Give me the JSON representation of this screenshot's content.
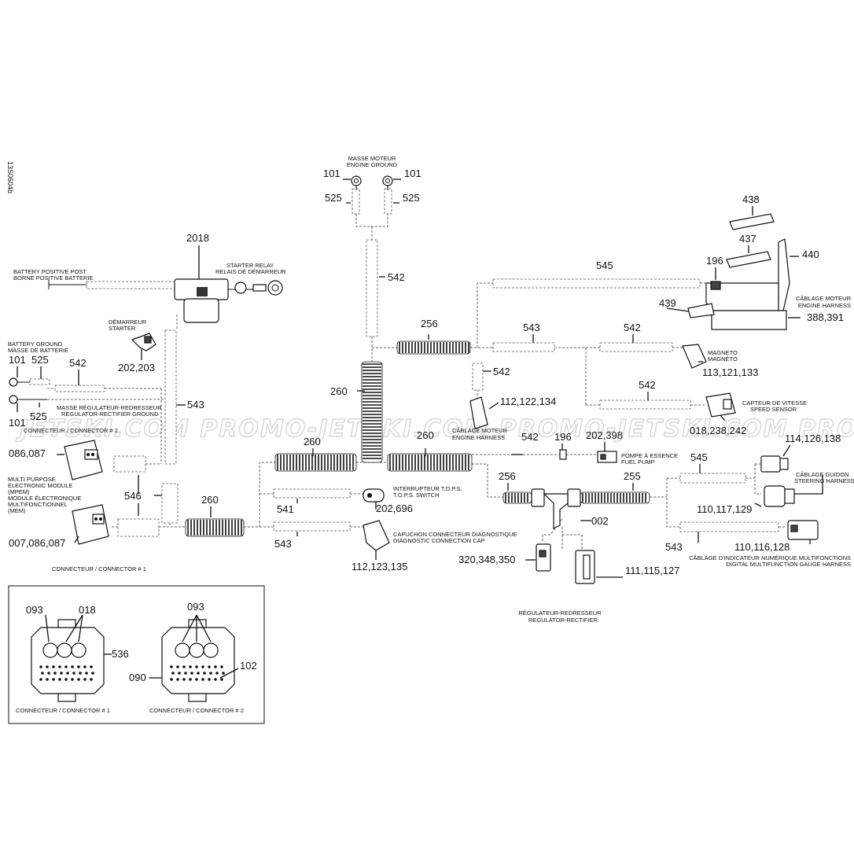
{
  "doc_code": "13S0604b",
  "watermark": "JETSKI.COM   PROMO-JETSKI.COM   PROMO-JETSKI.COM   PROMO-JETSKI.COM",
  "captions": {
    "engine_ground_fr": "MASSE MOTEUR",
    "engine_ground_en": "ENGINE GROUND",
    "battery_post_en": "BATTERY POSITIVE POST",
    "battery_post_fr": "BORNE POSITIVE BATTERIE",
    "starter_relay_en": "STARTER RELAY",
    "starter_relay_fr": "RELAIS DE DÉMARREUR",
    "starter_fr": "DÉMARREUR",
    "starter_en": "STARTER",
    "battery_ground_en": "BATTERY GROUND",
    "battery_ground_fr": "MASSE DE BATTERIE",
    "reg_ground_fr": "MASSE RÉGULATEUR-REDRESSEUR",
    "reg_ground_en": "REGULATOR-RECTIFIER GROUND",
    "connector_2_top": "CONNECTEUR / CONNECTOR # 2",
    "mpem_1": "MULTI PURPOSE",
    "mpem_2": "ELECTRONIC MODULE",
    "mpem_3": "(MPEM)",
    "mpem_4": "MODULE ÉLECTRONIQUE",
    "mpem_5": "MULTIFONCTIONNEL",
    "mpem_6": "(MEM)",
    "connector_1_bottom": "CONNECTEUR / CONNECTOR # 1",
    "engine_harness_fr": "CÂBLAGE MOTEUR",
    "engine_harness_en": "ENGINE HARNESS",
    "magneto_1": "MAGNETO",
    "magneto_2": "MAGNÉTO",
    "speed_sensor_fr": "CAPTEUR DE VITESSE",
    "speed_sensor_en": "SPEED SENSOR",
    "fuel_pump_fr": "POMPE À ESSENCE",
    "fuel_pump_en": "FUEL PUMP",
    "tops_fr": "INTERRUPTEUR T.O.P.S.",
    "tops_en": "T.O.P.S. SWITCH",
    "diag_cap_fr": "CAPUCHON CONNECTEUR DIAGNOSTIQUE",
    "diag_cap_en": "DIAGNOSTIC CONNECTION CAP",
    "steering_fr": "CÂBLAGE GUIDON",
    "steering_en": "STEERING HARNESS",
    "gauge_fr": "CÂBLAGE D'INDICATEUR NUMÉRIQUE MULTIFONCTIONS",
    "gauge_en": "DIGITAL MULTIFUNCTION GAUGE HARNESS",
    "regulator_fr": "RÉGULATEUR-REDRESSEUR",
    "regulator_en": "REGULATOR-RECTIFIER",
    "inset_conn_1": "CONNECTEUR / CONNECTOR # 1",
    "inset_conn_2": "CONNECTEUR / CONNECTOR # 2"
  },
  "refs": {
    "r101_left": "101",
    "r101_right": "101",
    "r525_left": "525",
    "r525_right": "525",
    "r542_vert": "542",
    "r2018": "2018",
    "r438": "438",
    "r437": "437",
    "r440": "440",
    "r196_top": "196",
    "r545_top": "545",
    "r439": "439",
    "r388": "388,391",
    "r256_top": "256",
    "r543_top": "543",
    "r542_top": "542",
    "r113": "113,121,133",
    "r542_small": "542",
    "r542_mid": "542",
    "r112_122": "112,122,134",
    "r018": "018,238,242",
    "r202_203": "202,203",
    "r101_bat": "101",
    "r525_bat": "525",
    "r542_bat": "542",
    "r101_reg": "101",
    "r525_reg": "525",
    "r543_left": "543",
    "r260_vert": "260",
    "r086": "086,087",
    "r260_a": "260",
    "r260_b": "260",
    "r542_low": "542",
    "r196_low": "196",
    "r202_398": "202,398",
    "r114": "114,126,138",
    "r546": "546",
    "r260_c": "260",
    "r256_low": "256",
    "r255": "255",
    "r545_low": "545",
    "r541": "541",
    "r202_696": "202,696",
    "r002": "002",
    "r110_117": "110,117,129",
    "r007": "007,086,087",
    "r543_low": "543",
    "r112_123": "112,123,135",
    "r543_right": "543",
    "r110_116": "110,116,128",
    "r320": "320,348,350",
    "r111": "111,115,127",
    "r093_a": "093",
    "r018_b": "018",
    "r093_b": "093",
    "r536": "536",
    "r090": "090",
    "r102": "102"
  }
}
